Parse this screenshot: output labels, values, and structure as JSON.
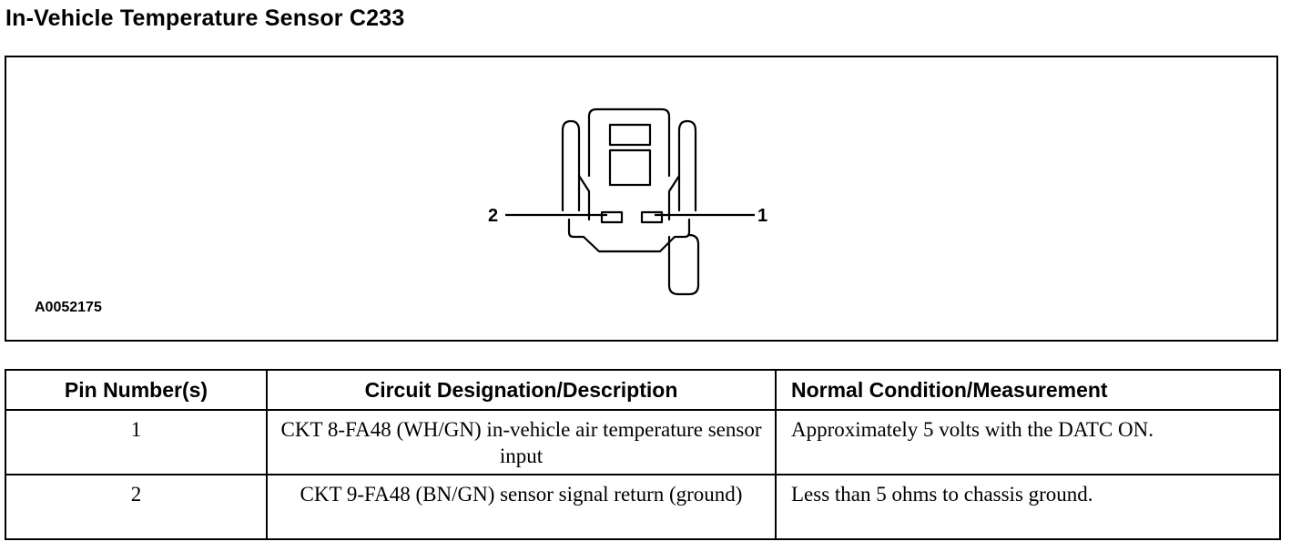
{
  "title": "In-Vehicle Temperature Sensor C233",
  "figure": {
    "id": "A0052175",
    "pin_labels": [
      "1",
      "2"
    ]
  },
  "table": {
    "headers": [
      "Pin Number(s)",
      "Circuit Designation/Description",
      "Normal Condition/Measurement"
    ],
    "rows": [
      {
        "pin": "1",
        "circuit": "CKT 8-FA48 (WH/GN) in-vehicle air temperature sensor input",
        "normal": "Approximately 5 volts with the DATC ON."
      },
      {
        "pin": "2",
        "circuit": "CKT 9-FA48 (BN/GN) sensor signal return (ground)",
        "normal": "Less than 5 ohms to chassis ground."
      }
    ]
  }
}
